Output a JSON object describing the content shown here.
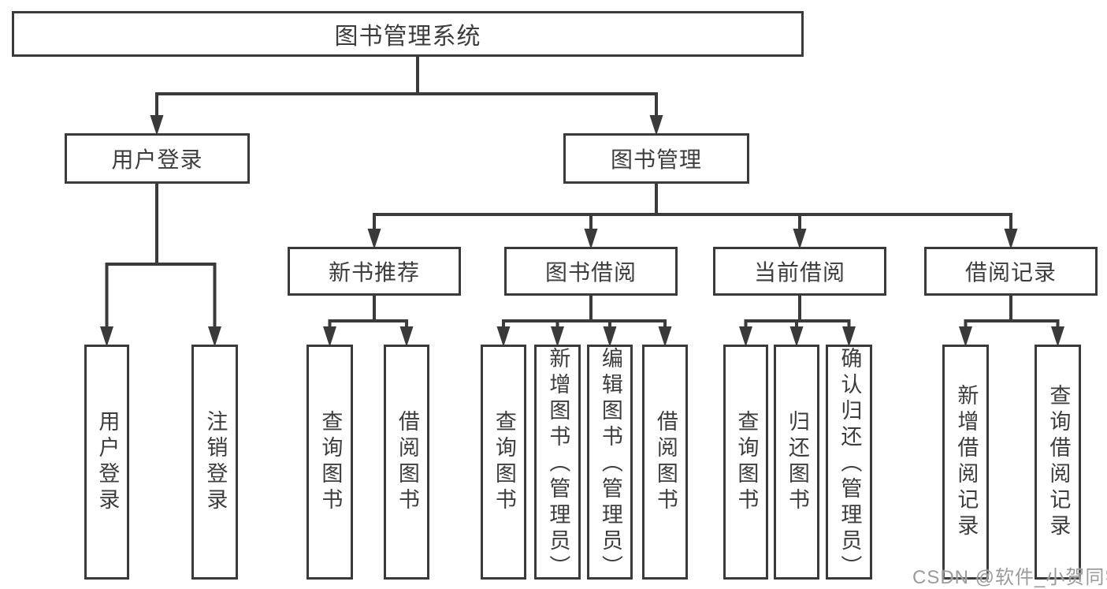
{
  "diagram": {
    "type": "feature-tree",
    "colors": {
      "line": "#3a3a3a",
      "text": "#3d3d3d",
      "background": "#ffffff",
      "watermark": "#9b9b9b"
    },
    "tree": {
      "root": {
        "label": "图书管理系统",
        "children": [
          {
            "label": "用户登录",
            "children": [
              {
                "label": "用户登录"
              },
              {
                "label": "注销登录"
              }
            ]
          },
          {
            "label": "图书管理",
            "children": [
              {
                "label": "新书推荐",
                "children": [
                  {
                    "label": "查询图书"
                  },
                  {
                    "label": "借阅图书"
                  }
                ]
              },
              {
                "label": "图书借阅",
                "children": [
                  {
                    "label": "查询图书"
                  },
                  {
                    "label": "新增图书（管理员）"
                  },
                  {
                    "label": "编辑图书（管理员）"
                  },
                  {
                    "label": "借阅图书"
                  }
                ]
              },
              {
                "label": "当前借阅",
                "children": [
                  {
                    "label": "查询图书"
                  },
                  {
                    "label": "归还图书"
                  },
                  {
                    "label": "确认归还（管理员）"
                  }
                ]
              },
              {
                "label": "借阅记录",
                "children": [
                  {
                    "label": "新增借阅记录"
                  },
                  {
                    "label": "查询借阅记录"
                  }
                ]
              }
            ]
          }
        ]
      }
    },
    "watermark": {
      "text": "CSDN @软件_小贺同学"
    }
  }
}
